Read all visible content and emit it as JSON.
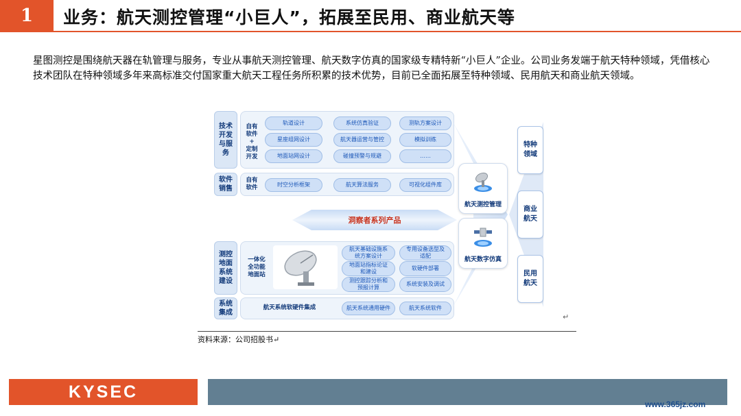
{
  "header": {
    "number": "1",
    "title": "业务：航天测控管理“小巨人”，拓展至民用、商业航天等"
  },
  "intro": "星图测控是围绕航天器在轨管理与服务，专业从事航天测控管理、航天数字仿真的国家级专精特新“小巨人”企业。公司业务发端于航天特种领域，凭借核心技术团队在特种领域多年来高标准交付国家重大航天工程任务所积累的技术优势，目前已全面拓展至特种领域、民用航天和商业航天领域。",
  "diagram": {
    "tech": {
      "label": "技术\n开发\n与服\n务",
      "sub": "自有\n软件\n+\n定制\n开发",
      "items": [
        "轨道设计",
        "系统仿真验证",
        "测轨方案设计",
        "星座组网设计",
        "航天器运营与管控",
        "模拟训练",
        "地面站网设计",
        "碰撞预警与规避",
        "……"
      ]
    },
    "software": {
      "label": "软件\n销售",
      "sub": "自有\n软件",
      "items": [
        "时空分析框架",
        "航天算法服务",
        "可视化组件库"
      ]
    },
    "band": "洞察者系列产品",
    "ground": {
      "label": "测控\n地面\n系统\n建设",
      "sub": "一体化\n全功能\n地面站",
      "items": [
        "航天基础设施系\n统方案设计",
        "专用设备选型及\n适配",
        "地面站指标论证\n和建设",
        "软硬件部署",
        "测控跟踪分析和\n预报计算",
        "系统安装及调试"
      ]
    },
    "integration": {
      "label": "系统\n集成",
      "main": "航天系统软硬件集成",
      "items": [
        "航天系统通用硬件",
        "航天系统软件"
      ]
    },
    "services": [
      "航天测控管理",
      "航天数字仿真"
    ],
    "fields": [
      "特种\n领域",
      "商业\n航天",
      "民用\n航天"
    ]
  },
  "source": "资料来源：公司招股书",
  "return_mark": "↵",
  "footer": {
    "logo": "KYSEC",
    "watermark": "www.365jz.com"
  }
}
